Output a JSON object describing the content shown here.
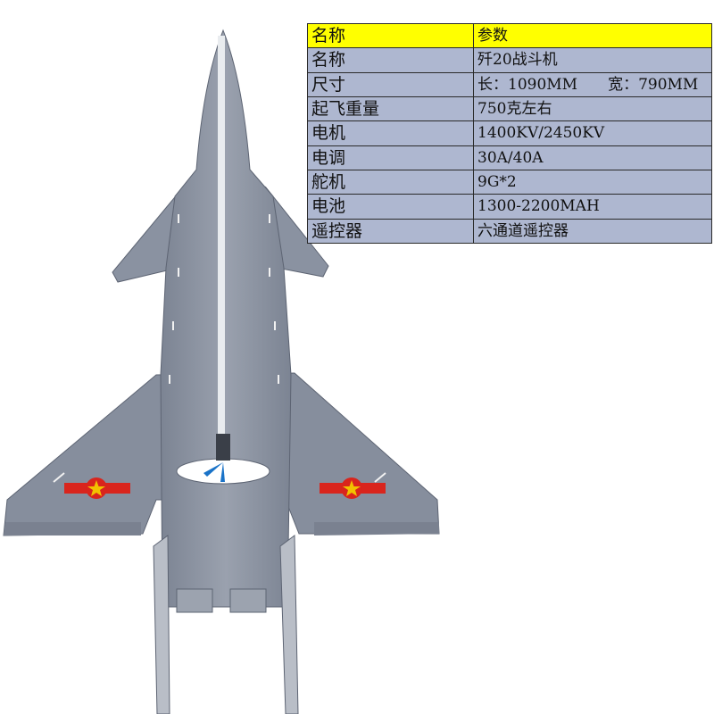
{
  "colors": {
    "body": "#8f97a6",
    "body_dark": "#6f7787",
    "table_header": "#ffff00",
    "table_body": "#aeb7d0",
    "insignia_red": "#d9251d",
    "insignia_gold": "#f2c200",
    "propeller": "#1a73c8"
  },
  "spec_table": {
    "header": {
      "key": "名称",
      "value": "参数"
    },
    "rows": [
      {
        "key": "名称",
        "value": "歼20战斗机"
      },
      {
        "key": "尺寸",
        "value": "长：1090MM　　宽：790MM"
      },
      {
        "key": "起飞重量",
        "value": "750克左右"
      },
      {
        "key": "电机",
        "value": "1400KV/2450KV"
      },
      {
        "key": "电调",
        "value": "30A/40A"
      },
      {
        "key": "舵机",
        "value": "9G*2"
      },
      {
        "key": "电池",
        "value": "1300-2200MAH"
      },
      {
        "key": "遥控器",
        "value": "六通道遥控器"
      }
    ]
  }
}
